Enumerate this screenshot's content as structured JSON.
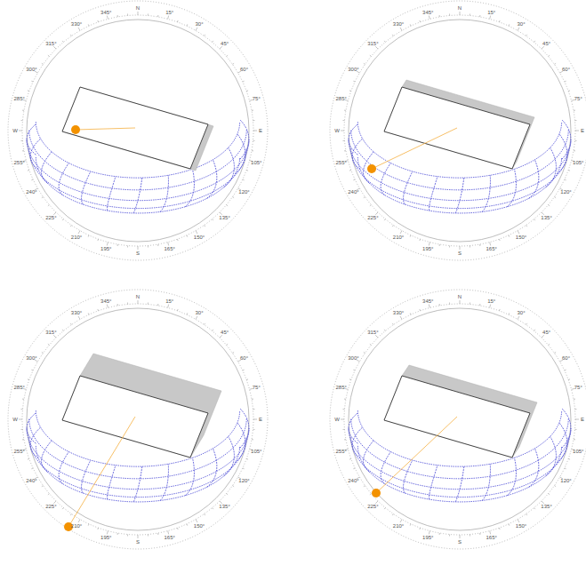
{
  "diagram": {
    "labels": [
      "N",
      "15°",
      "30°",
      "45°",
      "60°",
      "75°",
      "E",
      "105°",
      "120°",
      "135°",
      "150°",
      "165°",
      "S",
      "195°",
      "210°",
      "225°",
      "240°",
      "255°",
      "W",
      "285°",
      "300°",
      "315°",
      "330°",
      "345°",
      "N",
      "15°",
      "30°",
      "45°",
      "60°",
      "75°",
      "E",
      "105°",
      "120°",
      "135°",
      "150°",
      "165°",
      "S",
      "195°",
      "210°",
      "225°",
      "240°",
      "255°",
      "W",
      "285°",
      "300°",
      "315°",
      "330°",
      "345°",
      "N",
      "15°",
      "30°",
      "45°",
      "60°",
      "75°",
      "E",
      "105°",
      "120°",
      "135°",
      "150°",
      "165°",
      "S",
      "195°",
      "210°",
      "225°",
      "240°",
      "255°",
      "W",
      "285°",
      "300°",
      "315°",
      "330°",
      "345°",
      "N",
      "15°",
      "30°",
      "45°",
      "60°",
      "75°",
      "E",
      "105°",
      "120°",
      "135°",
      "150°",
      "165°",
      "S",
      "195°",
      "210°",
      "225°",
      "240°",
      "255°",
      "W",
      "285°",
      "300°",
      "315°",
      "330°",
      "345°"
    ]
  }
}
